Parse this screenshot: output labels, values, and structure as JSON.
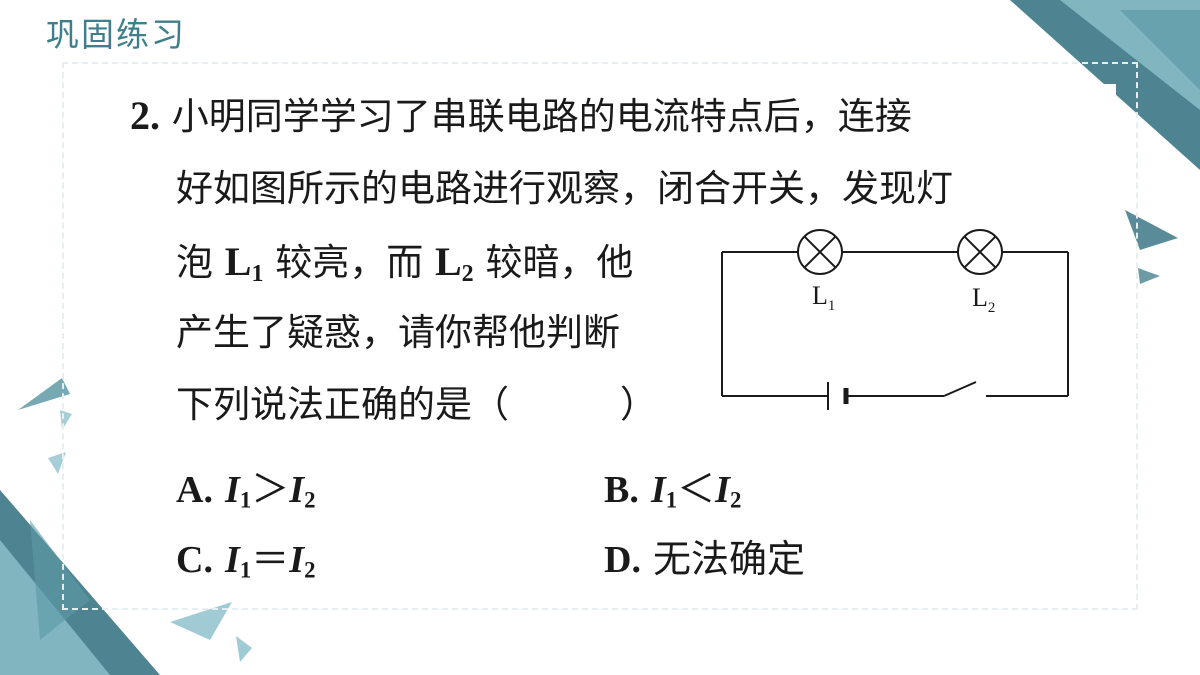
{
  "header": {
    "title": "巩固练习"
  },
  "question": {
    "number": "2.",
    "line1": "小明同学学习了串联电路的电流特点后，连接",
    "line2": "好如图所示的电路进行观察，闭合开关，发现灯",
    "line3": {
      "prefix": "泡",
      "lamp1": "L",
      "lamp1_sub": "1",
      "mid": "较亮，而",
      "lamp2": "L",
      "lamp2_sub": "2",
      "suffix": "较暗，他"
    },
    "line4": "产生了疑惑，请你帮他判断",
    "line5": "下列说法正确的是（　　　）"
  },
  "options": [
    {
      "letter": "A.",
      "var1": "I",
      "sub1": "1",
      "op": "＞",
      "var2": "I",
      "sub2": "2"
    },
    {
      "letter": "B.",
      "var1": "I",
      "sub1": "1",
      "op": "＜",
      "var2": "I",
      "sub2": "2"
    },
    {
      "letter": "C.",
      "var1": "I",
      "sub1": "1",
      "op": "＝",
      "var2": "I",
      "sub2": "2"
    },
    {
      "letter": "D.",
      "text": "无法确定"
    }
  ],
  "circuit": {
    "label_l1": "L",
    "label_l1_sub": "1",
    "label_l2": "L",
    "label_l2_sub": "2"
  },
  "colors": {
    "accent_dark": "#2f6f7e",
    "accent_light": "#8fc2cc",
    "text": "#1a1a1a",
    "header": "#3f7f8c"
  }
}
